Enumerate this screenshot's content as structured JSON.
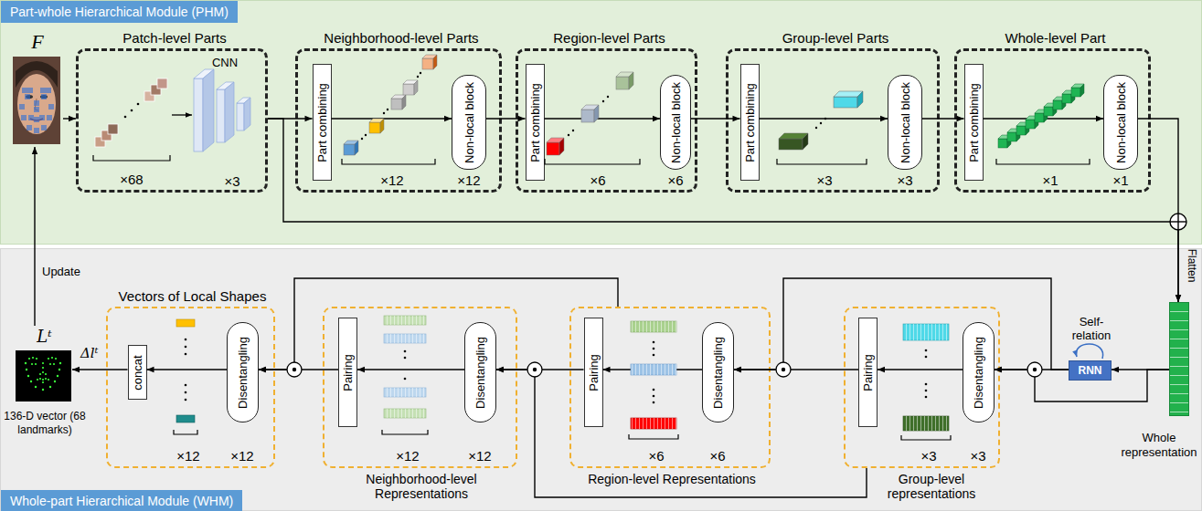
{
  "diagram": {
    "nodes": [
      {
        "text": [
          "Part-whole Hierarchical Module (PHM)"
        ]
      },
      {
        "text": [
          "F"
        ],
        "in": 0
      },
      {
        "text": [
          "Patch-level Parts",
          "CNN",
          "×68",
          "×3"
        ],
        "in": 0
      },
      {
        "text": [
          "Neighborhood-level Parts",
          "×12",
          "×12"
        ],
        "in": 0
      },
      {
        "text": [
          "Part combining"
        ],
        "in": 3
      },
      {
        "text": [
          "Non-local block"
        ],
        "in": 3
      },
      {
        "text": [
          "Region-level Parts",
          "×6",
          "×6"
        ],
        "in": 0
      },
      {
        "text": [
          "Part combining"
        ],
        "in": 6
      },
      {
        "text": [
          "Non-local block"
        ],
        "in": 6
      },
      {
        "text": [
          "Group-level Parts",
          "×3",
          "×3"
        ],
        "in": 0
      },
      {
        "text": [
          "Part combining"
        ],
        "in": 9
      },
      {
        "text": [
          "Non-local block"
        ],
        "in": 9
      },
      {
        "text": [
          "Whole-level Part",
          "×1",
          "×1"
        ],
        "in": 0
      },
      {
        "text": [
          "Part combining"
        ],
        "in": 12
      },
      {
        "text": [
          "Non-local block"
        ],
        "in": 12
      },
      {
        "text": [
          "Whole-part Hierarchical Module (WHM)"
        ]
      },
      {
        "text": [
          "Lᵗ",
          "136-D vector (68 landmarks)"
        ],
        "in": 15
      },
      {
        "text": [
          "Vectors of Local Shapes",
          "×12",
          "×12"
        ],
        "in": 15
      },
      {
        "text": [
          "concat"
        ],
        "in": 17
      },
      {
        "text": [
          "Disentangling"
        ],
        "in": 17
      },
      {
        "text": [
          "Neighborhood-level Representations",
          "×12",
          "×12"
        ],
        "in": 15
      },
      {
        "text": [
          "Pairing"
        ],
        "in": 20
      },
      {
        "text": [
          "Disentangling"
        ],
        "in": 20
      },
      {
        "text": [
          "Region-level Representations",
          "×6",
          "×6"
        ],
        "in": 15
      },
      {
        "text": [
          "Pairing"
        ],
        "in": 23
      },
      {
        "text": [
          "Disentangling"
        ],
        "in": 23
      },
      {
        "text": [
          "Group-level representations",
          "×3",
          "×3"
        ],
        "in": 15
      },
      {
        "text": [
          "Pairing"
        ],
        "in": 26
      },
      {
        "text": [
          "Disentangling"
        ],
        "in": 26
      },
      {
        "text": [
          "Self-relation",
          "RNN"
        ],
        "in": 15
      },
      {
        "text": [
          "Whole representation"
        ],
        "in": 15
      }
    ],
    "edges": [
      {
        "from": 1,
        "to": 2,
        "arrow": "to"
      },
      {
        "from": 2,
        "to": 4,
        "arrow": "to"
      },
      {
        "from": 4,
        "to": 5,
        "arrow": "to"
      },
      {
        "from": 5,
        "to": 7,
        "arrow": "to"
      },
      {
        "from": 7,
        "to": 8,
        "arrow": "to"
      },
      {
        "from": 8,
        "to": 10,
        "arrow": "to"
      },
      {
        "from": 10,
        "to": 11,
        "arrow": "to"
      },
      {
        "from": 11,
        "to": 13,
        "arrow": "to"
      },
      {
        "from": 13,
        "to": 14,
        "arrow": "to"
      },
      {
        "from": 14,
        "to": 30,
        "arrow": "to"
      },
      {
        "from": 2,
        "to": 30,
        "arrow": "to"
      },
      {
        "from": 30,
        "to": 29,
        "arrow": "to"
      },
      {
        "from": 29,
        "to": 28,
        "arrow": "to"
      },
      {
        "from": 30,
        "to": 28,
        "arrow": "to"
      },
      {
        "from": 28,
        "to": 27,
        "arrow": "to"
      },
      {
        "from": 27,
        "to": 25,
        "arrow": "to"
      },
      {
        "from": 29,
        "to": 25,
        "arrow": "to"
      },
      {
        "from": 25,
        "to": 24,
        "arrow": "to"
      },
      {
        "from": 24,
        "to": 22,
        "arrow": "to"
      },
      {
        "from": 26,
        "to": 22,
        "arrow": "to"
      },
      {
        "from": 22,
        "to": 21,
        "arrow": "to"
      },
      {
        "from": 21,
        "to": 19,
        "arrow": "to"
      },
      {
        "from": 23,
        "to": 19,
        "arrow": "to"
      },
      {
        "from": 19,
        "to": 18,
        "arrow": "to"
      },
      {
        "from": 18,
        "to": 16,
        "arrow": "to",
        "label": "Δlᵗ"
      },
      {
        "from": 16,
        "to": 1,
        "arrow": "to",
        "label": "Update"
      }
    ],
    "labels": [
      "Flatten"
    ]
  }
}
